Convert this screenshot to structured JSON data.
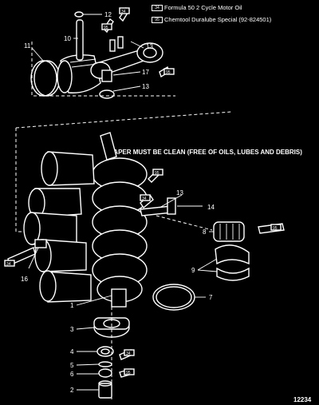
{
  "legend": [
    {
      "code": "34",
      "text": "Formula 50 2 Cycle Motor Oil"
    },
    {
      "code": "95",
      "text": "Chemtool Duralube Special (92-824501)"
    }
  ],
  "note": "TAPER MUST BE CLEAN (FREE OF OILS, LUBES AND DEBRIS)",
  "figure_number": "12234",
  "callouts": {
    "n1": "1",
    "n2": "2",
    "n3": "3",
    "n4": "4",
    "n5": "5",
    "n6": "6",
    "n7": "7",
    "n8": "8",
    "n9": "9",
    "n10": "10",
    "n11": "11",
    "n12": "12",
    "n13a": "13",
    "n13b": "13",
    "n13c": "13",
    "n14": "14",
    "n16": "16",
    "n17": "17"
  },
  "lube_tags": {
    "t_top1": "34",
    "t_top2": "95",
    "t_r17": "95",
    "t_left": "34",
    "t_mid1": "95",
    "t_mid2": "34",
    "t_r8": "95",
    "t_bot1": "34",
    "t_bot2": "95"
  }
}
